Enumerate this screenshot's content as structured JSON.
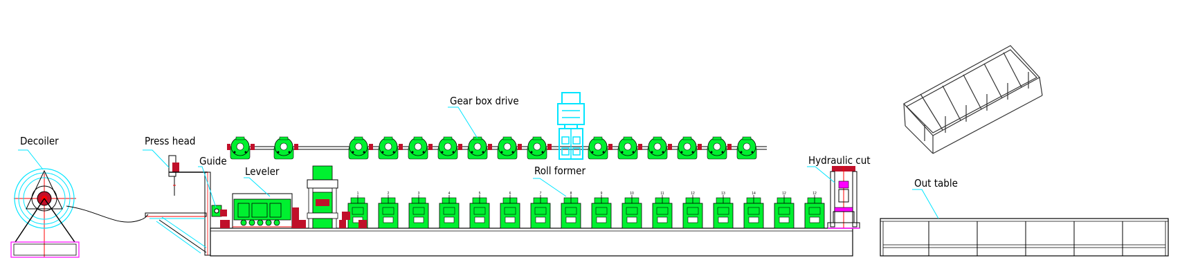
{
  "labels": {
    "decoiler": "Decoiler",
    "press_head": "Press head",
    "guide": "Guide",
    "leveler": "Leveler",
    "gear_box_drive": "Gear box drive",
    "roll_former": "Roll former",
    "hydraulic_cut": "Hydraulic cut",
    "out_table": "Out table"
  },
  "stations": [
    "1",
    "2",
    "3",
    "4",
    "5",
    "6",
    "7",
    "8",
    "9",
    "10",
    "11",
    "12",
    "13",
    "14",
    "12",
    "12"
  ],
  "gearboxes_left_count": 1,
  "colors": {
    "line": "#000000",
    "leader": "#00e5ff",
    "roller_green": "#00f030",
    "motor_cyan": "#00e5ff",
    "accent_red": "#ff0000",
    "magenta": "#ff00ff",
    "machine_red": "#c0102a"
  }
}
